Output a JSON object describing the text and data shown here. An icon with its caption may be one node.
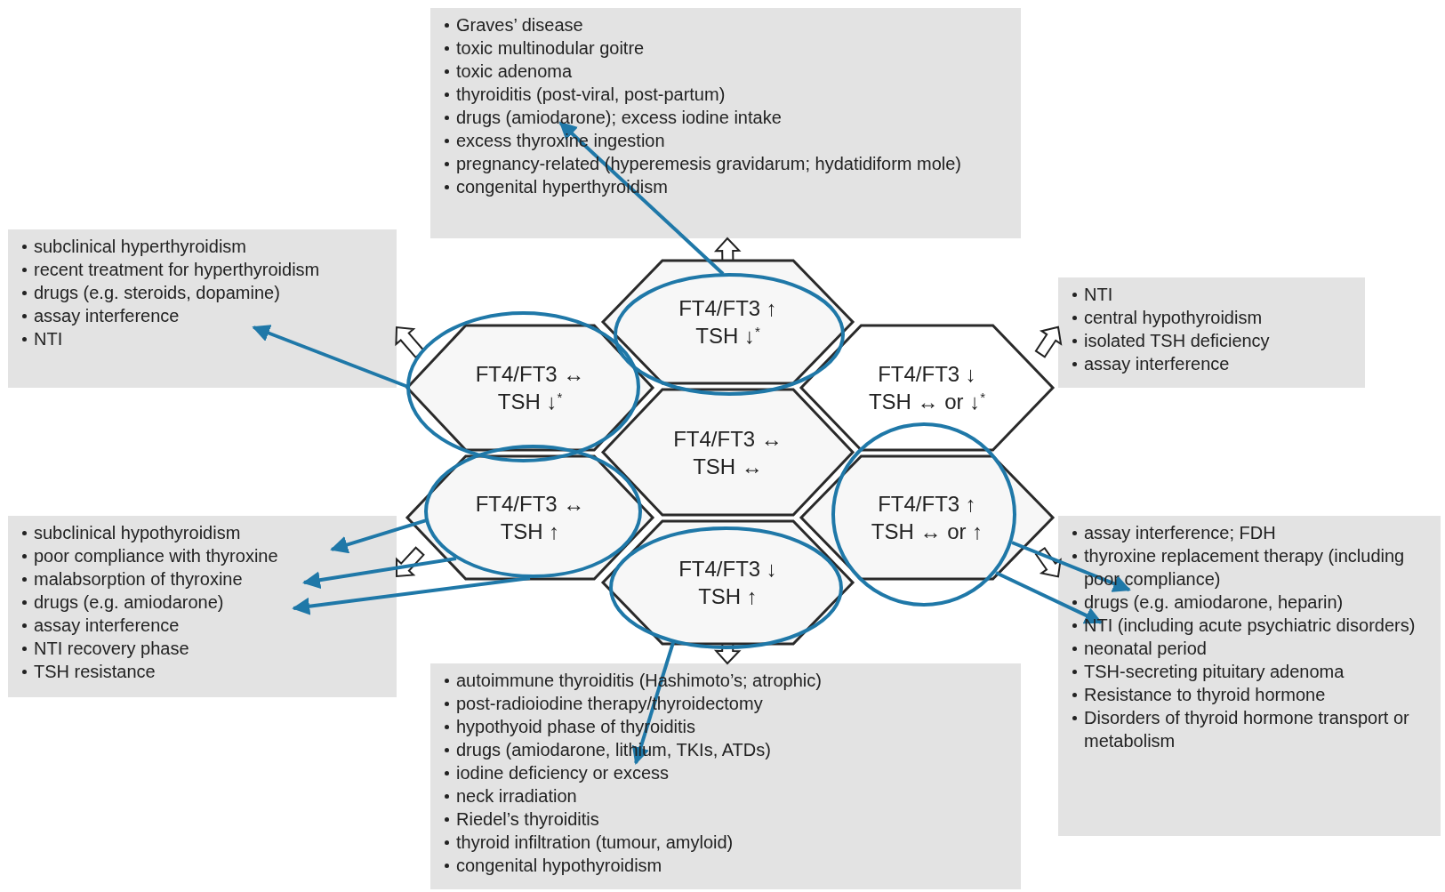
{
  "diagram": {
    "nodes": [
      {
        "text": [
          "Graves’ disease",
          "toxic multinodular goitre",
          "toxic adenoma",
          "thyroiditis (post-viral, post-partum)",
          "drugs (amiodarone); excess iodine intake",
          "excess thyroxine ingestion",
          "pregnancy-related (hyperemesis gravidarum; hydatidiform mole)",
          "congenital hyperthyroidism"
        ]
      },
      {
        "text": [
          "subclinical hyperthyroidism",
          "recent treatment for hyperthyroidism",
          "drugs (e.g. steroids, dopamine)",
          "assay interference",
          "NTI"
        ]
      },
      {
        "text": [
          "NTI",
          "central hypothyroidism",
          "isolated TSH deficiency",
          "assay interference"
        ]
      },
      {
        "text": [
          "FT4/FT3 ↑",
          "TSH ↓$^{*}$"
        ]
      },
      {
        "text": [
          "FT4/FT3 ↔",
          "TSH ↓$^{*}$"
        ]
      },
      {
        "text": [
          "FT4/FT3 ↓",
          "TSH ↔ or ↓$^{*}$"
        ]
      },
      {
        "text": [
          "FT4/FT3 ↔",
          "TSH ↔"
        ]
      },
      {
        "text": [
          "FT4/FT3 ↔",
          "TSH ↑"
        ]
      },
      {
        "text": [
          "FT4/FT3 ↑",
          "TSH ↔ or ↑"
        ]
      },
      {
        "text": [
          "FT4/FT3 ↓",
          "TSH ↑"
        ]
      },
      {
        "text": [
          "subclinical hypothyroidism",
          "poor compliance with thyroxine",
          "malabsorption of thyroxine",
          "drugs (e.g. amiodarone)",
          "assay interference",
          "NTI recovery phase",
          "TSH resistance"
        ]
      },
      {
        "text": [
          "assay interference; FDH",
          "thyroxine replacement therapy (including poor compliance)",
          "drugs (e.g. amiodarone, heparin)",
          "NTI (including acute psychiatric disorders)",
          "neonatal period",
          "TSH-secreting pituitary adenoma",
          "Resistance to thyroid hormone",
          "Disorders of thyroid hormone transport or metabolism"
        ]
      },
      {
        "text": [
          "autoimmune thyroiditis (Hashimoto’s; atrophic)",
          "post-radioiodine therapy/thyroidectomy",
          "hypothyoid phase of thyroiditis",
          "drugs (amiodarone, lithium, TKIs, ATDs)",
          "iodine deficiency or excess",
          "neck irradiation",
          "Riedel’s thyroiditis",
          "thyroid infiltration (tumour, amyloid)",
          "congenital hypothyroidism"
        ]
      }
    ],
    "edges": [
      {
        "from": 3,
        "to": 0,
        "arrow": "to",
        "style": "thick"
      },
      {
        "from": 4,
        "to": 1,
        "arrow": "to",
        "style": "thick"
      },
      {
        "from": 5,
        "to": 2,
        "arrow": "to",
        "style": "thick"
      },
      {
        "from": 7,
        "to": 10,
        "arrow": "to",
        "style": "thick"
      },
      {
        "from": 8,
        "to": 11,
        "arrow": "to",
        "style": "thick"
      },
      {
        "from": 9,
        "to": 12,
        "arrow": "to",
        "style": "thick"
      },
      {
        "from": 3,
        "to": 0,
        "arrow": "to",
        "color": "#1f78a8"
      },
      {
        "from": 4,
        "to": 1,
        "arrow": "to",
        "color": "#1f78a8"
      },
      {
        "from": 7,
        "to": 10,
        "arrow": "to",
        "color": "#1f78a8"
      },
      {
        "from": 7,
        "to": 10,
        "arrow": "to",
        "color": "#1f78a8"
      },
      {
        "from": 7,
        "to": 10,
        "arrow": "to",
        "color": "#1f78a8"
      },
      {
        "from": 9,
        "to": 12,
        "arrow": "to",
        "color": "#1f78a8"
      },
      {
        "from": 8,
        "to": 11,
        "arrow": "to",
        "color": "#1f78a8"
      },
      {
        "from": 8,
        "to": 11,
        "arrow": "to",
        "color": "#1f78a8"
      }
    ]
  }
}
